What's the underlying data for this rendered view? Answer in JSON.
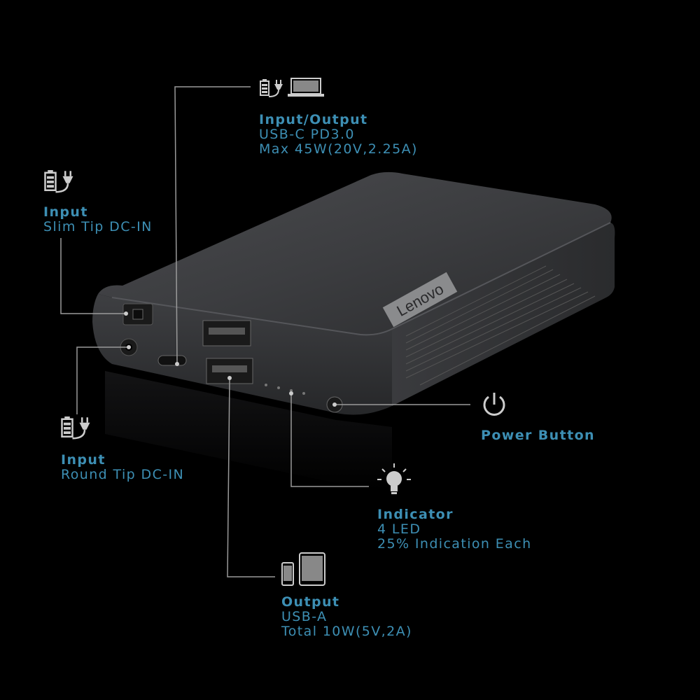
{
  "device": {
    "brand": "Lenovo"
  },
  "callouts": {
    "usbc": {
      "title": "Input/Output",
      "lines": [
        "USB-C PD3.0",
        "Max 45W(20V,2.25A)"
      ]
    },
    "slim_tip": {
      "title": "Input",
      "lines": [
        "Slim Tip DC-IN"
      ]
    },
    "round_tip": {
      "title": "Input",
      "lines": [
        "Round Tip DC-IN"
      ]
    },
    "power": {
      "title": "Power Button"
    },
    "indicator": {
      "title": "Indicator",
      "lines": [
        "4 LED",
        "25% Indication Each"
      ]
    },
    "usba": {
      "title": "Output",
      "lines": [
        "USB-A",
        "Total 10W(5V,2A)"
      ]
    }
  },
  "icons": {
    "usbc": [
      "battery-plug-icon",
      "laptop-icon"
    ],
    "slim_tip": "battery-plug-icon",
    "round_tip": "battery-plug-icon",
    "power": "power-icon",
    "indicator": "lightbulb-icon",
    "usba": [
      "phone-icon",
      "tablet-icon"
    ]
  },
  "colors": {
    "label": "#3d8fb4",
    "line": "#9a9a9a",
    "background": "#000000",
    "device_body": "#3a3b3d"
  }
}
